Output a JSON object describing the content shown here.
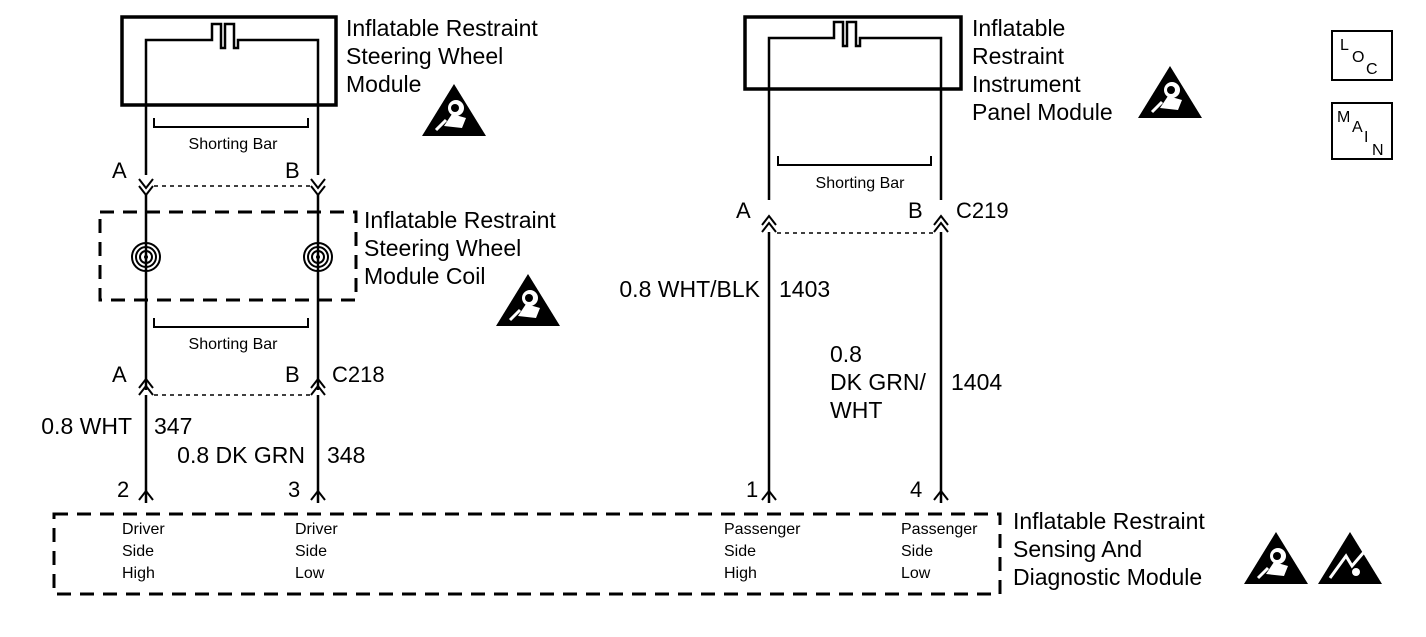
{
  "modules": {
    "steering_wheel_module": "Inflatable Restraint Steering Wheel Module",
    "ip_module": "Inflatable Restraint Instrument Panel Module",
    "coil": "Inflatable Restraint Steering Wheel Module Coil",
    "sdm": "Inflatable Restraint Sensing And Diagnostic Module"
  },
  "text_lines": {
    "sw_module": [
      "Inflatable Restraint",
      "Steering Wheel",
      "Module"
    ],
    "ip_module": [
      "Inflatable",
      "Restraint",
      "Instrument",
      "Panel Module"
    ],
    "coil": [
      "Inflatable Restraint",
      "Steering Wheel",
      "Module Coil"
    ],
    "sdm": [
      "Inflatable Restraint",
      "Sensing And",
      "Diagnostic Module"
    ]
  },
  "shorting_bar_label": "Shorting Bar",
  "connectors": {
    "c218": "C218",
    "c219": "C219"
  },
  "pins": {
    "a": "A",
    "b": "B",
    "p2": "2",
    "p3": "3",
    "p1": "1",
    "p4": "4"
  },
  "wires": {
    "w347_color": "0.8 WHT",
    "w347_num": "347",
    "w348_color": "0.8 DK GRN",
    "w348_num": "348",
    "w1403_color": "0.8 WHT/BLK",
    "w1403_num": "1403",
    "w1404_color": [
      "0.8",
      "DK GRN/",
      "WHT"
    ],
    "w1404_num": "1404"
  },
  "sdm_pins": {
    "driver_high": [
      "Driver",
      "Side",
      "High"
    ],
    "driver_low": [
      "Driver",
      "Side",
      "Low"
    ],
    "pass_high": [
      "Passenger",
      "Side",
      "High"
    ],
    "pass_low": [
      "Passenger",
      "Side",
      "Low"
    ]
  },
  "nav_icons": {
    "loc": {
      "l1": "L",
      "l2": "O",
      "l3": "C"
    },
    "main": {
      "l1": "M",
      "l2": "A",
      "l3": "I",
      "l4": "N"
    }
  },
  "icons": [
    "airbag-warning-icon",
    "esd-warning-icon"
  ]
}
